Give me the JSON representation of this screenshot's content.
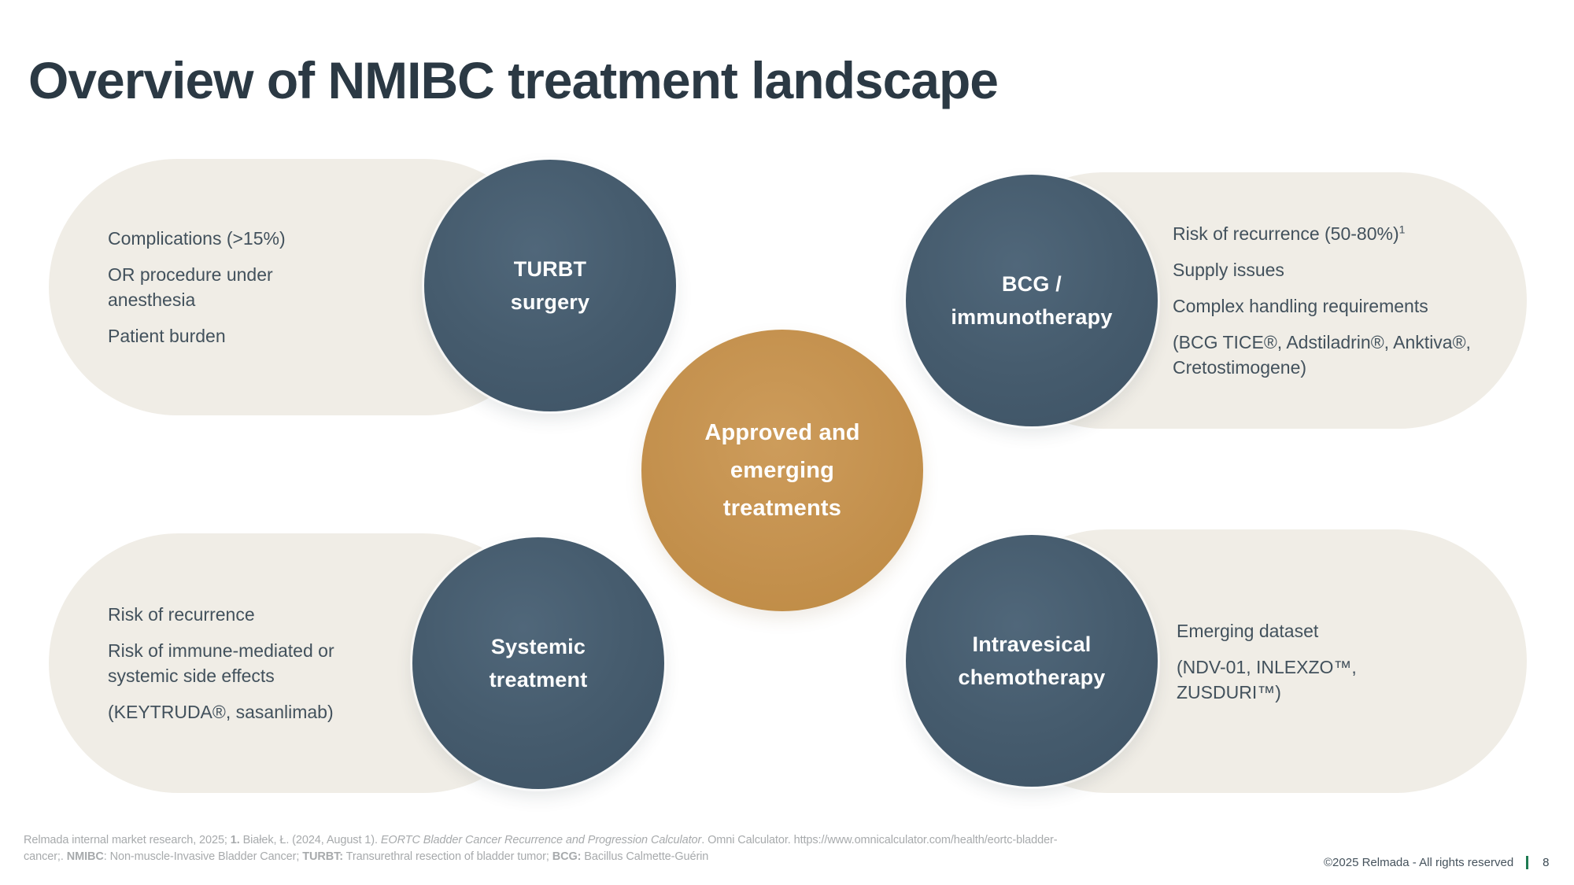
{
  "title": "Overview of NMIBC treatment landscape",
  "center_circle": {
    "lines": [
      "Approved and",
      "emerging",
      "treatments"
    ]
  },
  "quadrants": [
    {
      "name": "TURBT surgery",
      "circle_lines": [
        "TURBT",
        "surgery"
      ],
      "points": [
        {
          "text": "Complications (>15%)"
        },
        {
          "text": "OR procedure under anesthesia"
        },
        {
          "text": "Patient burden"
        }
      ]
    },
    {
      "name": "BCG / immunotherapy",
      "circle_lines": [
        "BCG /",
        "immunotherapy"
      ],
      "points": [
        {
          "text": "Risk of recurrence (50-80%)",
          "superscript": "1"
        },
        {
          "text": "Supply issues"
        },
        {
          "text": "Complex handling requirements"
        },
        {
          "text": "(BCG TICE®, Adstiladrin®, Anktiva®, Cretostimogene)"
        }
      ]
    },
    {
      "name": "Systemic treatment",
      "circle_lines": [
        "Systemic",
        "treatment"
      ],
      "points": [
        {
          "text": "Risk of recurrence"
        },
        {
          "text": "Risk of immune-mediated or systemic side effects"
        },
        {
          "text": "(KEYTRUDA®, sasanlimab)"
        }
      ]
    },
    {
      "name": "Intravesical chemotherapy",
      "circle_lines": [
        "Intravesical",
        "chemotherapy"
      ],
      "points": [
        {
          "text": "Emerging dataset"
        },
        {
          "text": "(NDV-01, INLEXZO™, ZUSDURI™)"
        }
      ]
    }
  ],
  "footnote": {
    "line1": [
      {
        "text": "Relmada internal market research, 2025; "
      },
      {
        "text": "1."
      },
      {
        "text": " Białek, Ł. (2024, August 1). "
      },
      {
        "text": "EORTC Bladder Cancer Recurrence and Progression Calculator"
      },
      {
        "text": ". Omni Calculator. https://www.omnicalculator.com/health/eortc-bladder-"
      }
    ],
    "line2": [
      {
        "text": "cancer;. "
      },
      {
        "text": "NMIBC"
      },
      {
        "text": ": Non-muscle-Invasive Bladder Cancer; "
      },
      {
        "text": "TURBT:"
      },
      {
        "text": " Transurethral resection of bladder tumor; "
      },
      {
        "text": "BCG:"
      },
      {
        "text": " Bacillus Calmette-Guérin"
      }
    ]
  },
  "footer": {
    "copyright": "©2025 Relmada - All rights reserved",
    "page": "8"
  },
  "colors": {
    "accent_gold": "#C4914E",
    "slate_circle": "#44596B",
    "pill_beige": "#F0EDE6",
    "title_text": "#2B3944",
    "body_text": "#42515C",
    "footnote_text": "#A7AAAC",
    "separator_green": "#1E7B52"
  }
}
